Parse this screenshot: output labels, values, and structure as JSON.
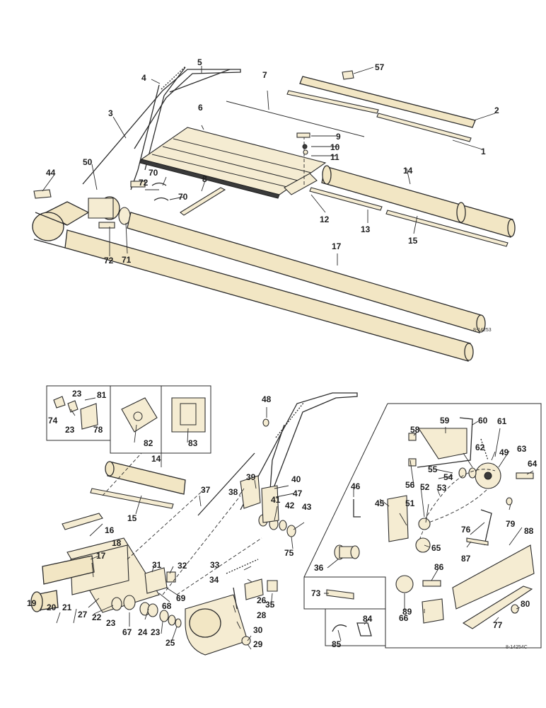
{
  "figure": {
    "top_code": "8-14253",
    "bottom_code": "8-14254C"
  },
  "labels": [
    {
      "id": "57",
      "text": "57"
    },
    {
      "id": "2",
      "text": "2"
    },
    {
      "id": "1",
      "text": "1"
    },
    {
      "id": "5",
      "text": "5"
    },
    {
      "id": "4",
      "text": "4"
    },
    {
      "id": "7",
      "text": "7"
    },
    {
      "id": "3",
      "text": "3"
    },
    {
      "id": "6",
      "text": "6"
    },
    {
      "id": "9",
      "text": "9"
    },
    {
      "id": "10",
      "text": "10"
    },
    {
      "id": "11",
      "text": "11"
    },
    {
      "id": "14a",
      "text": "14"
    },
    {
      "id": "50",
      "text": "50"
    },
    {
      "id": "44",
      "text": "44"
    },
    {
      "id": "70a",
      "text": "70"
    },
    {
      "id": "72a",
      "text": "72"
    },
    {
      "id": "70b",
      "text": "70"
    },
    {
      "id": "8",
      "text": "8"
    },
    {
      "id": "12",
      "text": "12"
    },
    {
      "id": "13",
      "text": "13"
    },
    {
      "id": "15a",
      "text": "15"
    },
    {
      "id": "72b",
      "text": "72"
    },
    {
      "id": "71",
      "text": "71"
    },
    {
      "id": "17a",
      "text": "17"
    },
    {
      "id": "23a",
      "text": "23"
    },
    {
      "id": "81",
      "text": "81"
    },
    {
      "id": "74",
      "text": "74"
    },
    {
      "id": "23b",
      "text": "23"
    },
    {
      "id": "78",
      "text": "78"
    },
    {
      "id": "82",
      "text": "82"
    },
    {
      "id": "83",
      "text": "83"
    },
    {
      "id": "48",
      "text": "48"
    },
    {
      "id": "14b",
      "text": "14"
    },
    {
      "id": "15b",
      "text": "15"
    },
    {
      "id": "37",
      "text": "37"
    },
    {
      "id": "38",
      "text": "38"
    },
    {
      "id": "39",
      "text": "39"
    },
    {
      "id": "40",
      "text": "40"
    },
    {
      "id": "47",
      "text": "47"
    },
    {
      "id": "41",
      "text": "41"
    },
    {
      "id": "42",
      "text": "42"
    },
    {
      "id": "43",
      "text": "43"
    },
    {
      "id": "75",
      "text": "75"
    },
    {
      "id": "16",
      "text": "16"
    },
    {
      "id": "17b",
      "text": "17"
    },
    {
      "id": "18",
      "text": "18"
    },
    {
      "id": "19",
      "text": "19"
    },
    {
      "id": "20",
      "text": "20"
    },
    {
      "id": "21",
      "text": "21"
    },
    {
      "id": "27",
      "text": "27"
    },
    {
      "id": "22",
      "text": "22"
    },
    {
      "id": "23c",
      "text": "23"
    },
    {
      "id": "67",
      "text": "67"
    },
    {
      "id": "24",
      "text": "24"
    },
    {
      "id": "23d",
      "text": "23"
    },
    {
      "id": "25",
      "text": "25"
    },
    {
      "id": "68",
      "text": "68"
    },
    {
      "id": "69",
      "text": "69"
    },
    {
      "id": "31",
      "text": "31"
    },
    {
      "id": "32",
      "text": "32"
    },
    {
      "id": "33",
      "text": "33"
    },
    {
      "id": "34",
      "text": "34"
    },
    {
      "id": "35",
      "text": "35"
    },
    {
      "id": "26",
      "text": "26"
    },
    {
      "id": "28",
      "text": "28"
    },
    {
      "id": "30",
      "text": "30"
    },
    {
      "id": "29",
      "text": "29"
    },
    {
      "id": "59",
      "text": "59"
    },
    {
      "id": "60",
      "text": "60"
    },
    {
      "id": "61",
      "text": "61"
    },
    {
      "id": "58",
      "text": "58"
    },
    {
      "id": "62",
      "text": "62"
    },
    {
      "id": "49",
      "text": "49"
    },
    {
      "id": "63",
      "text": "63"
    },
    {
      "id": "64",
      "text": "64"
    },
    {
      "id": "55",
      "text": "55"
    },
    {
      "id": "54",
      "text": "54"
    },
    {
      "id": "56",
      "text": "56"
    },
    {
      "id": "53",
      "text": "53"
    },
    {
      "id": "52",
      "text": "52"
    },
    {
      "id": "51",
      "text": "51"
    },
    {
      "id": "46",
      "text": "46"
    },
    {
      "id": "45",
      "text": "45"
    },
    {
      "id": "79",
      "text": "79"
    },
    {
      "id": "88",
      "text": "88"
    },
    {
      "id": "76",
      "text": "76"
    },
    {
      "id": "87",
      "text": "87"
    },
    {
      "id": "65",
      "text": "65"
    },
    {
      "id": "36",
      "text": "36"
    },
    {
      "id": "66",
      "text": "66"
    },
    {
      "id": "86",
      "text": "86"
    },
    {
      "id": "73",
      "text": "73"
    },
    {
      "id": "89",
      "text": "89"
    },
    {
      "id": "80",
      "text": "80"
    },
    {
      "id": "77",
      "text": "77"
    },
    {
      "id": "85",
      "text": "85"
    },
    {
      "id": "84",
      "text": "84"
    }
  ]
}
